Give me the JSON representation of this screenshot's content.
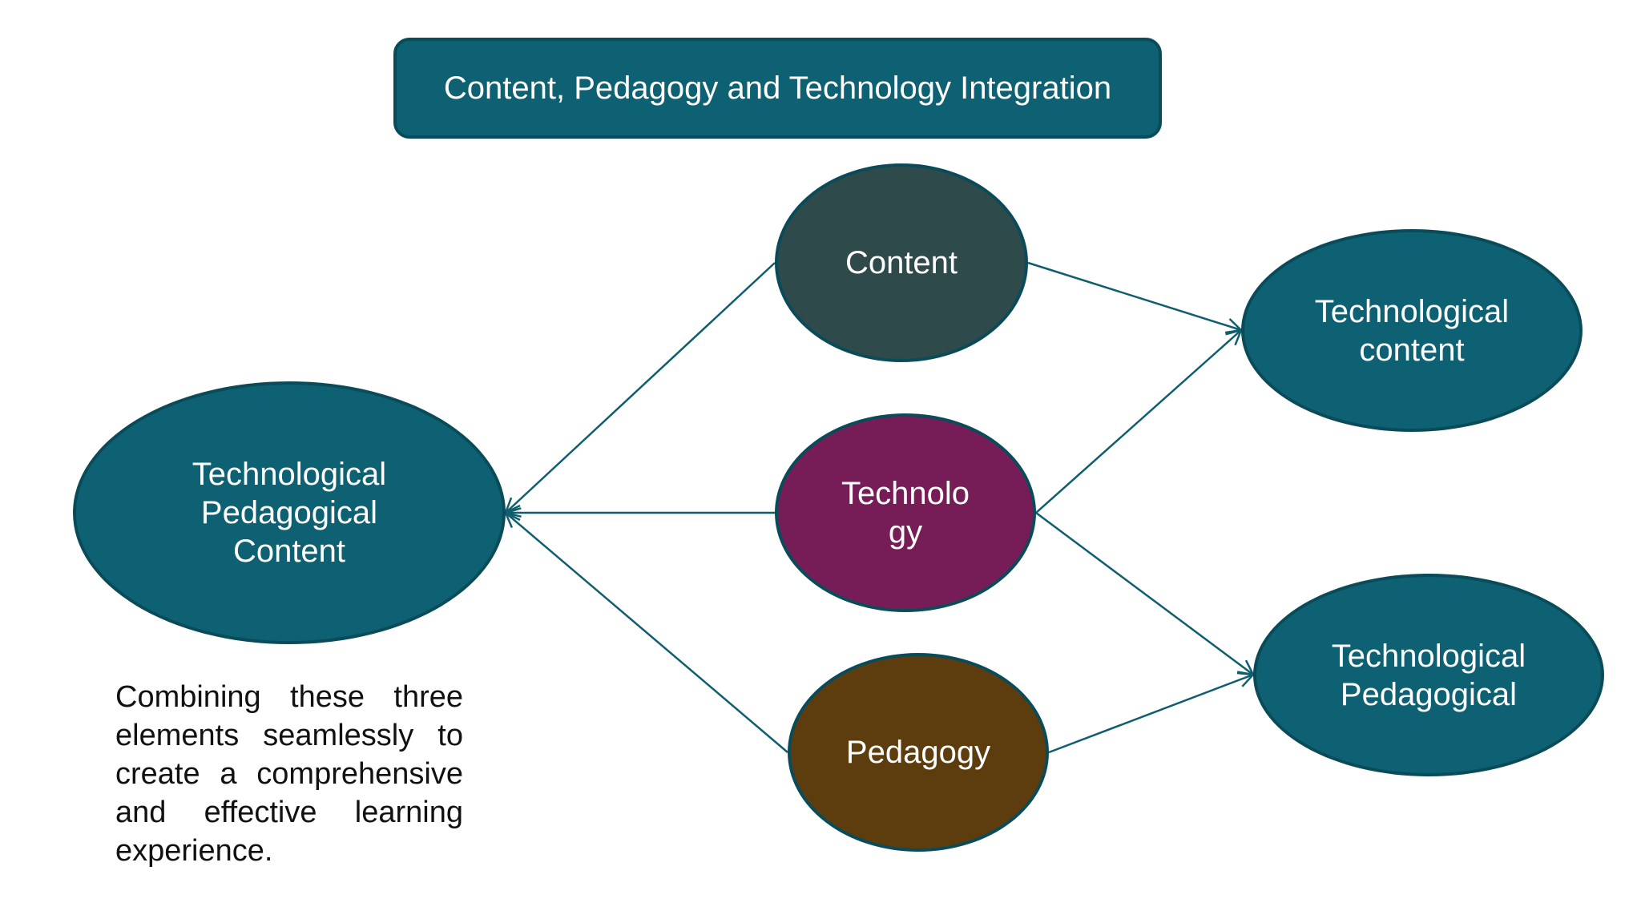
{
  "title": "Content, Pedagogy and Technology Integration",
  "nodes": {
    "tpc": {
      "label": "Technological\nPedagogical\nContent",
      "color": "#0e6173"
    },
    "content": {
      "label": "Content",
      "color": "#2e4a4b"
    },
    "technology": {
      "label": "Technolo\ngy",
      "color": "#761d57"
    },
    "pedagogy": {
      "label": "Pedagogy",
      "color": "#5d3d0e"
    },
    "tc": {
      "label": "Technological\ncontent",
      "color": "#0e6173"
    },
    "tp": {
      "label": "Technological\nPedagogical",
      "color": "#0e6173"
    }
  },
  "description": "Combining these three elements seamlessly to create a comprehensive and effective learning experience.",
  "colors": {
    "title_fill": "#0e6173",
    "border": "#0a4b5a",
    "arrow": "#0f5e6e"
  }
}
